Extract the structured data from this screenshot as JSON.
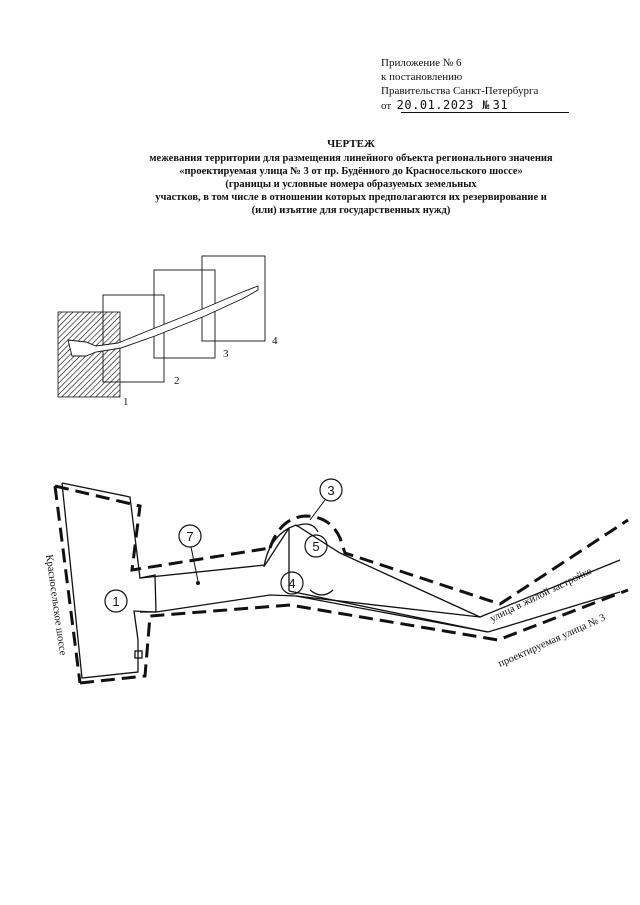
{
  "appendix": {
    "line1": "Приложение № 6",
    "line2": "к постановлению",
    "line3": "Правительства Санкт-Петербурга",
    "date_prefix": "от",
    "date": "20.01.2023",
    "number_prefix": "№",
    "number": "31"
  },
  "title": {
    "heading": "ЧЕРТЕЖ",
    "lines": [
      "межевания территории для размещения линейного объекта регионального значения",
      "«проектируемая улица № 3 от пр. Будённого до Красносельского шоссе»",
      "(границы и  условные номера образуемых земельных",
      "участков, в том числе в отношении которых предполагаются их резервирование и",
      "(или) изъятие для государственных нужд)"
    ]
  },
  "key_map": {
    "sheets": [
      "1",
      "2",
      "3",
      "4"
    ]
  },
  "main_drawing": {
    "parcels": [
      "1",
      "3",
      "4",
      "5",
      "7"
    ],
    "streets": {
      "road_left": "Красносельское шоссе",
      "street_upper": "улица в жилой застройке",
      "street_lower": "проектируемая улица № 3"
    }
  }
}
